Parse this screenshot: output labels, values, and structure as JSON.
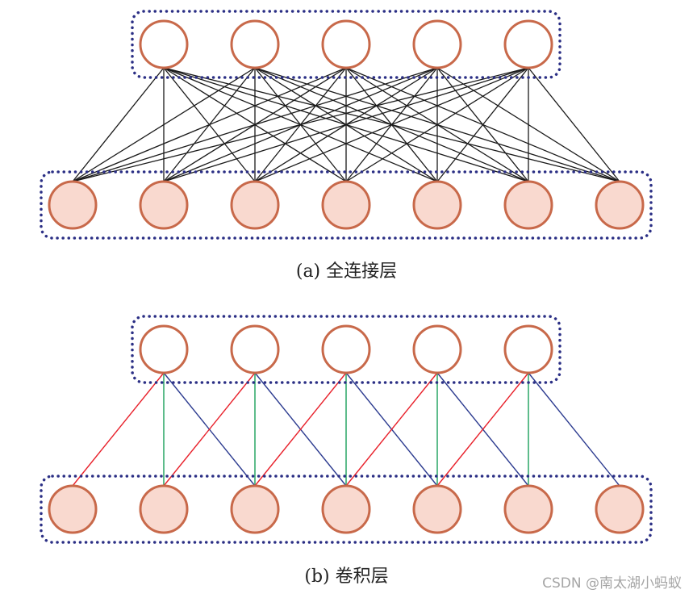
{
  "figure_a": {
    "caption": "(a) 全连接层",
    "connectivity": "full",
    "upper_node_count": 5,
    "lower_node_count": 7,
    "edge_color": "#1a1a1a"
  },
  "figure_b": {
    "caption": "(b) 卷积层",
    "connectivity": "convolution",
    "kernel_size": 3,
    "upper_node_count": 5,
    "lower_node_count": 7,
    "edge_colors": [
      "#e8202a",
      "#19a05a",
      "#2b3a8f"
    ]
  },
  "colors": {
    "node_stroke": "#c8694a",
    "filled_node": "#f9d9cf",
    "empty_node": "#ffffff",
    "group_outline": "#2b2f85"
  },
  "watermark": "CSDN @南太湖小蚂蚁"
}
